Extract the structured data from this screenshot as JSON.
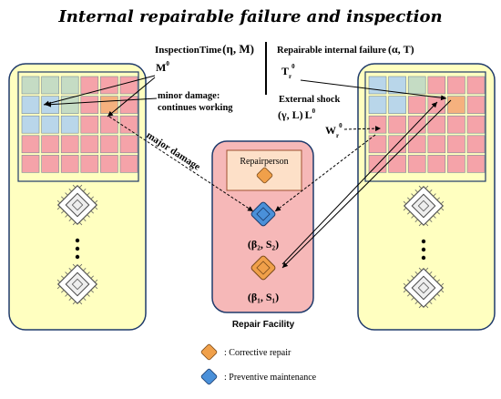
{
  "title": "Internal repairable failure and inspection",
  "inspection": {
    "label": "InspectionTime",
    "params": "(η, M)",
    "symbol": "M",
    "sup": "0"
  },
  "minor_damage": [
    "minor damage:",
    "continues working"
  ],
  "major_damage": "major damage",
  "repairable": {
    "label": "Repairable internal failure",
    "params": "(α, T)",
    "symbol": "T",
    "sub": "r",
    "sup": "0"
  },
  "external_shock": {
    "label": "External shock",
    "params": "(γ, L)",
    "symbol": "L",
    "sup": "0"
  },
  "w_label": {
    "symbol": "W",
    "sub": "r",
    "sup": "0"
  },
  "repairperson": "Repairperson",
  "beta2_label": "(β₂, S₂)",
  "beta1_label": "(β₁, S₁)",
  "repair_facility": "Repair Facility",
  "legend": [
    {
      "text": ": Corrective repair",
      "color": "#f0a04a"
    },
    {
      "text": ": Preventive maintenance",
      "color": "#4a90d9"
    }
  ],
  "colors": {
    "panel_fill": "#ffffc0",
    "facility_fill": "#f6b8b8",
    "repairperson_fill": "#fde0c8",
    "cell_green": "#c5dcc4",
    "cell_blue": "#b9d6ea",
    "cell_pink": "#f5a3a9",
    "cell_orange": "#f5b17e"
  },
  "grids": {
    "left": [
      [
        "green",
        "green",
        "green",
        "pink",
        "pink",
        "pink"
      ],
      [
        "blue",
        "blue",
        "green",
        "pink",
        "orange",
        "pink"
      ],
      [
        "blue",
        "blue",
        "blue",
        "pink",
        "pink",
        "pink"
      ],
      [
        "pink",
        "pink",
        "pink",
        "pink",
        "pink",
        "pink"
      ],
      [
        "pink",
        "pink",
        "pink",
        "pink",
        "pink",
        "pink"
      ]
    ],
    "right": [
      [
        "blue",
        "blue",
        "green",
        "pink",
        "pink",
        "pink"
      ],
      [
        "blue",
        "blue",
        "pink",
        "pink",
        "orange",
        "pink"
      ],
      [
        "pink",
        "pink",
        "pink",
        "pink",
        "pink",
        "pink"
      ],
      [
        "pink",
        "pink",
        "pink",
        "pink",
        "pink",
        "pink"
      ],
      [
        "pink",
        "pink",
        "pink",
        "pink",
        "pink",
        "pink"
      ]
    ]
  }
}
